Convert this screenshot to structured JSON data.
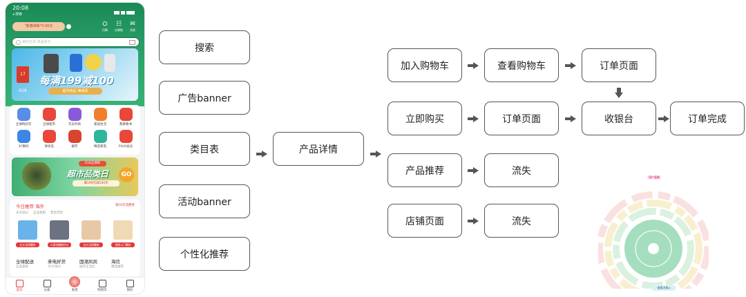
{
  "phone": {
    "time": "20:08",
    "back": "◂ 搜索",
    "promo": "\"新春焕新\"5.00元",
    "header_icons": [
      {
        "glyph": "⛭",
        "label": "扫啊"
      },
      {
        "glyph": "☷",
        "label": "分期购"
      },
      {
        "glyph": "✉",
        "label": "消息"
      }
    ],
    "search_placeholder": "美的空调 高温单元",
    "ad_banner": {
      "logo": "17 618",
      "title": "每满199减100",
      "pill": "超市商品 满减百"
    },
    "categories": [
      {
        "label": "全球购好货",
        "color": "#5a8ee6"
      },
      {
        "label": "全球超市",
        "color": "#e9473a"
      },
      {
        "label": "京东时尚",
        "color": "#8a5ad6"
      },
      {
        "label": "家居生活",
        "color": "#f07f2c"
      },
      {
        "label": "我要看书",
        "color": "#e9473a"
      },
      {
        "label": "3C数码",
        "color": "#3d86e8"
      },
      {
        "label": "清优选",
        "color": "#e9473a"
      },
      {
        "label": "缓存",
        "color": "#d8452f"
      },
      {
        "label": "精选家电",
        "color": "#2fb59a"
      },
      {
        "label": "PLUS会员",
        "color": "#e9473a"
      }
    ],
    "act_banner": {
      "tag": "618全球购",
      "title": "超市品类日",
      "sub": "满199元减100元",
      "go": "GO"
    },
    "recommend": {
      "title": "今日推荐 海外",
      "badge": "领50元消费券",
      "subs": [
        "天天低价",
        "正品直邮",
        "售后无忧"
      ],
      "items": [
        {
          "btn": "比价全网爆款",
          "color": "#6ab3e8"
        },
        {
          "btn": "小家电爆款好价",
          "color": "#6b7280"
        },
        {
          "btn": "比价全网爆款",
          "color": "#e8c9a6"
        },
        {
          "btn": "抢购入门爆款",
          "color": "#f0d9b5"
        }
      ],
      "bottom": [
        {
          "t1": "全球配送",
          "t2": "正品直邮"
        },
        {
          "t1": "来电好货",
          "t2": "3C大促价"
        },
        {
          "t1": "国潮风尚",
          "t2": "国货正当红"
        },
        {
          "t1": "海信",
          "t2": "爆品推荐"
        }
      ]
    },
    "tabs": [
      "首页",
      "分类",
      "发现",
      "购物车",
      "我的"
    ]
  },
  "flow": {
    "entries": [
      "搜索",
      "广告banner",
      "类目表",
      "活动banner",
      "个性化推荐"
    ],
    "detail": "产品详情",
    "row1": [
      "加入购物车",
      "查看购物车",
      "订单页面"
    ],
    "row2": [
      "立即购买",
      "订单页面",
      "收银台",
      "订单完成"
    ],
    "row3": [
      "产品推荐",
      "流失"
    ],
    "row4": [
      "店铺页面",
      "流失"
    ]
  },
  "deco": {
    "label": "用户画像",
    "button": "查看详情 ▸"
  },
  "colors": {
    "box_border": "#555555",
    "arrow": "#555555",
    "jd_red": "#e4393c",
    "header_green": "#2ea66c"
  }
}
